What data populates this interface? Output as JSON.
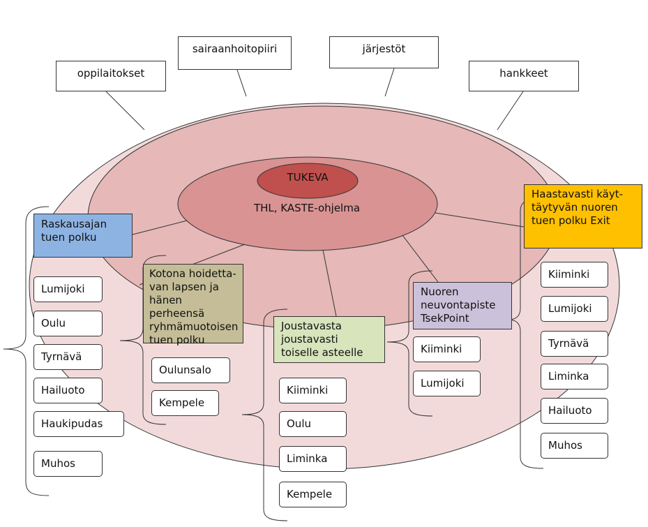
{
  "colors": {
    "outer_ellipse": "#f2dadb",
    "middle_ellipse": "#e6b8b8",
    "inner_ellipse": "#d99393",
    "core_ellipse": "#c0504d",
    "blue_box": "#8db3e2",
    "olive_box": "#c4bd97",
    "green_box": "#d7e4bc",
    "lilac_box": "#ccc1da",
    "orange_box": "#ffc000"
  },
  "core": {
    "label": "TUKEVA"
  },
  "inner": {
    "label": "THL, KASTE-ohjelma"
  },
  "top_boxes": [
    "oppilaitokset",
    "sairaanhoitopiiri",
    "järjestöt",
    "hankkeet"
  ],
  "paths": {
    "pregnancy": {
      "label": "Raskausajan tuen polku",
      "places": [
        "Lumijoki",
        "Oulu",
        "Tyrnävä",
        "Hailuoto",
        "Haukipudas",
        "Muhos"
      ]
    },
    "home_care": {
      "label": "Kotona hoidetta-van lapsen ja hänen perheensä ryhmämuotoisen tuen polku",
      "places": [
        "Oulunsalo",
        "Kempele"
      ]
    },
    "flexible": {
      "label": "Joustavasta joustavasti toiselle asteelle",
      "places": [
        "Kiiminki",
        "Oulu",
        "Liminka",
        "Kempele"
      ]
    },
    "youth_counseling": {
      "label": "Nuoren neuvontapiste TsekPoint",
      "places": [
        "Kiiminki",
        "Lumijoki"
      ]
    },
    "challenging": {
      "label": "Haastavasti käyt-täytyvän nuoren tuen polku Exit",
      "places": [
        "Kiiminki",
        "Lumijoki",
        "Tyrnävä",
        "Liminka",
        "Hailuoto",
        "Muhos"
      ]
    }
  }
}
